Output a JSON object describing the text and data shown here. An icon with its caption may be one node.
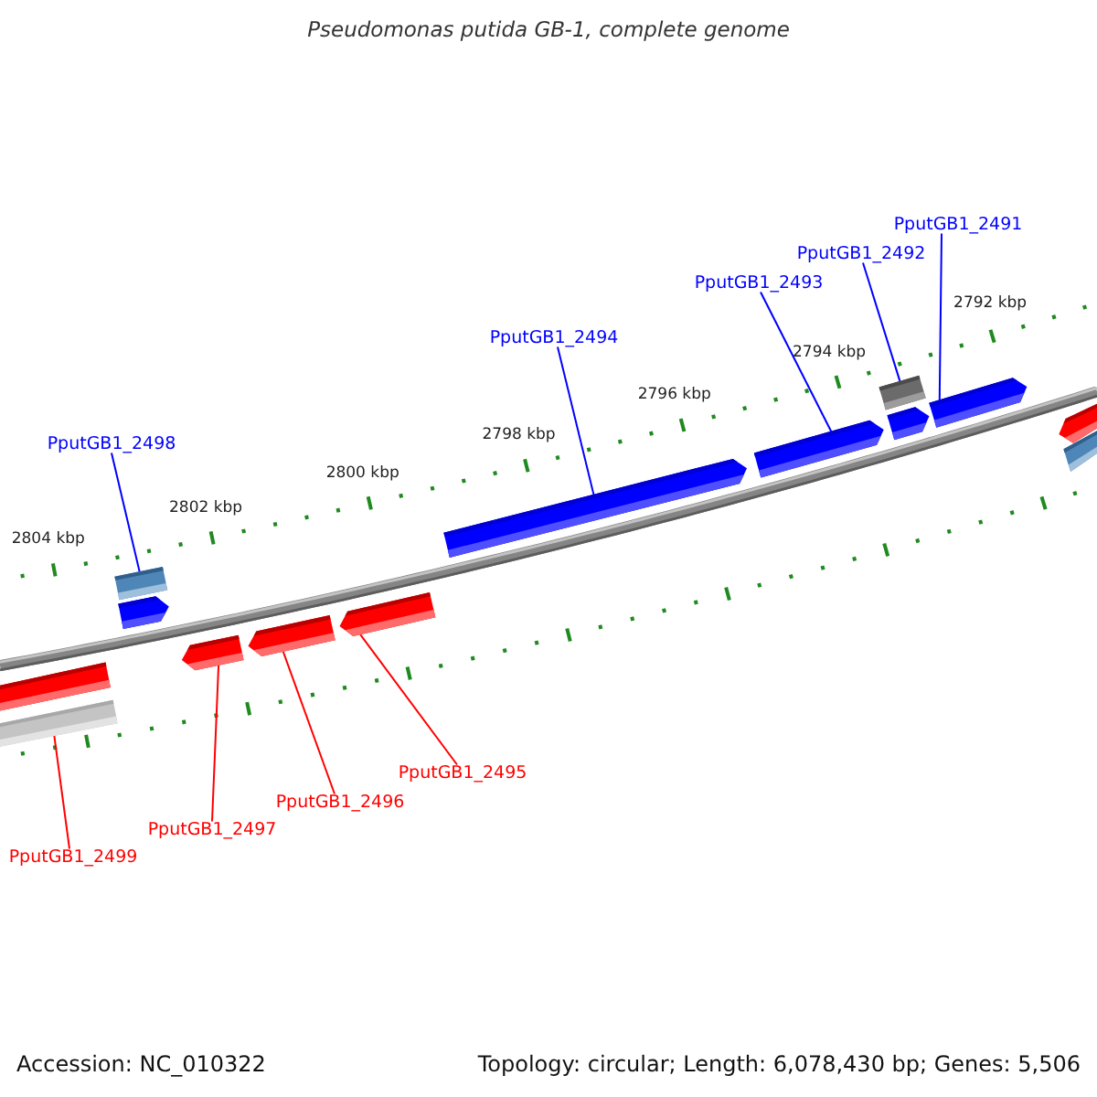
{
  "diagram": {
    "title": "Pseudomonas putida GB-1, complete genome",
    "nodes": [
      {
        "text": [
          "PputGB1_2491"
        ]
      },
      {
        "text": [
          "PputGB1_2492"
        ]
      },
      {
        "text": [
          "PputGB1_2493"
        ]
      },
      {
        "text": [
          "PputGB1_2494"
        ]
      },
      {
        "text": [
          "PputGB1_2498"
        ]
      },
      {
        "text": [
          "PputGB1_2495"
        ]
      },
      {
        "text": [
          "PputGB1_2496"
        ]
      },
      {
        "text": [
          "PputGB1_2497"
        ]
      },
      {
        "text": [
          "PputGB1_2499"
        ]
      },
      {
        "text": [],
        "shape": "pentagon"
      },
      {
        "text": [],
        "shape": "box"
      },
      {
        "text": [],
        "shape": "pentagon"
      },
      {
        "text": [],
        "shape": "pentagon"
      },
      {
        "text": [],
        "shape": "box"
      },
      {
        "text": [],
        "shape": "pentagon"
      },
      {
        "text": [],
        "shape": "pentagon"
      },
      {
        "text": [],
        "shape": "pentagon"
      },
      {
        "text": [],
        "shape": "bar"
      },
      {
        "text": [],
        "shape": "pentagon"
      },
      {
        "text": [],
        "shape": "pentagon"
      },
      {
        "text": [],
        "shape": "bar"
      },
      {
        "text": [],
        "shape": "pentagon"
      },
      {
        "text": [],
        "shape": "box"
      }
    ],
    "edges": [
      {
        "from": 0,
        "to": 9,
        "arrow": "none"
      },
      {
        "from": 1,
        "to": 10,
        "arrow": "none"
      },
      {
        "from": 2,
        "to": 11,
        "arrow": "none"
      },
      {
        "from": 3,
        "to": 12,
        "arrow": "none"
      },
      {
        "from": 4,
        "to": 13,
        "arrow": "none"
      },
      {
        "from": 5,
        "to": 14,
        "arrow": "none",
        "color": "#ff0000"
      },
      {
        "from": 6,
        "to": 15,
        "arrow": "none",
        "color": "#ff0000"
      },
      {
        "from": 7,
        "to": 16,
        "arrow": "none",
        "color": "#ff0000"
      },
      {
        "from": 8,
        "to": 17,
        "arrow": "none",
        "color": "#ff0000"
      }
    ],
    "labels": [
      "2792 kbp",
      "2794 kbp",
      "2796 kbp",
      "2798 kbp",
      "2800 kbp",
      "2802 kbp",
      "2804 kbp",
      "Accession: NC_010322",
      "Topology: circular; Length: 6,078,430 bp; Genes: 5,506"
    ]
  }
}
